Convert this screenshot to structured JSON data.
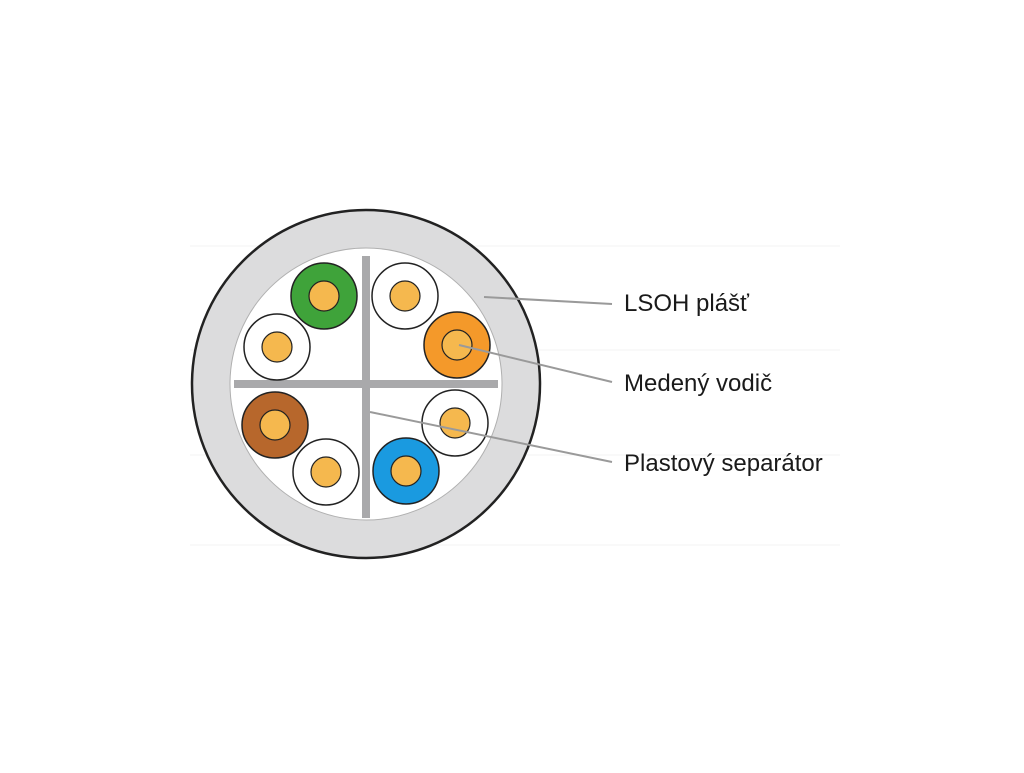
{
  "labels": {
    "jacket": "LSOH plášť",
    "conductor": "Medený vodič",
    "separator": "Plastový separátor"
  },
  "colors": {
    "jacket": "#dcdcdd",
    "jacket_outline": "#222222",
    "separator": "#a9a9ab",
    "copper": "#f5b84e",
    "pairs": {
      "green": "#3fa33a",
      "orange": "#f4992a",
      "brown": "#b7672c",
      "blue": "#1a9ae0",
      "white": "#ffffff"
    },
    "leader_line": "#9a9a9a"
  }
}
